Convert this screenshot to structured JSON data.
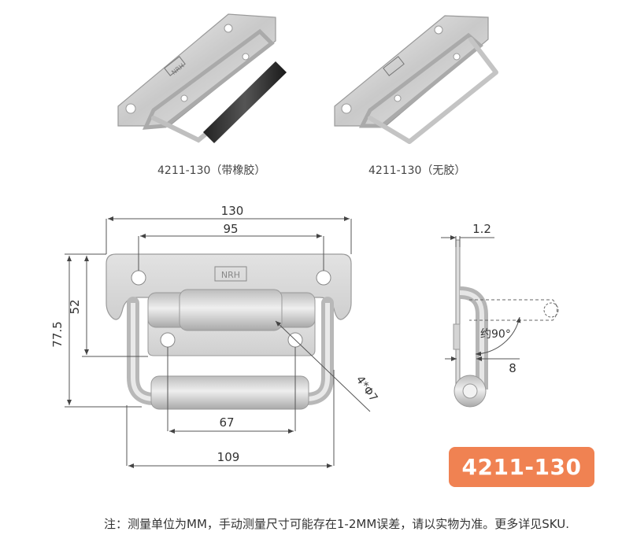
{
  "products": [
    {
      "caption": "4211-130（带橡胶）"
    },
    {
      "caption": "4211-130（无胶）"
    }
  ],
  "brand_mark": "NRH",
  "dimensions": {
    "overall_width": "130",
    "hole_spacing": "95",
    "overall_height": "77.5",
    "plate_height": "52",
    "grip_width": "67",
    "outer_width": "109",
    "hole_spec": "4*Φ7",
    "thickness": "1.2",
    "rotation": "约90°",
    "offset": "8"
  },
  "model_badge": "4211-130",
  "footnote": "注：测量单位为MM，手动测量尺寸可能存在1-2MM误差，请以实物为准。更多详见SKU."
}
